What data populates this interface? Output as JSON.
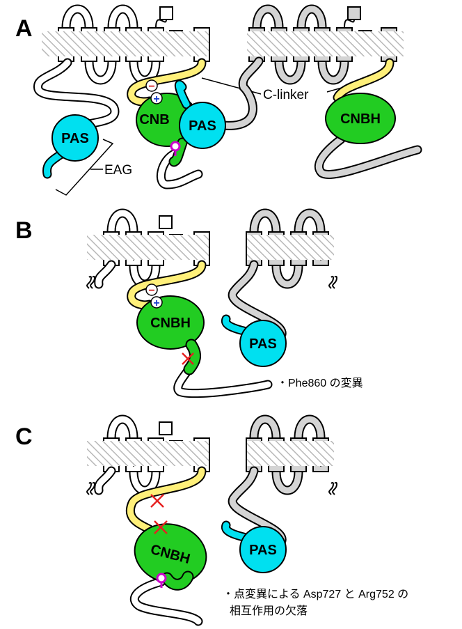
{
  "panels": {
    "a": {
      "letter": "A",
      "pas_left": "PAS",
      "cnbh_partial": "CNB",
      "pas_overlap": "PAS",
      "cnbh_right": "CNBH",
      "clinker": "C-linker",
      "eag": "EAG"
    },
    "b": {
      "letter": "B",
      "cnbh": "CNBH",
      "pas": "PAS",
      "note": "・Phe860 の変異"
    },
    "c": {
      "letter": "C",
      "cnbh": "CNBH",
      "pas": "PAS",
      "note_line1": "・点変異による Asp727 と Arg752 の",
      "note_line2": "相互作用の欠落"
    }
  },
  "charges": {
    "positive": "+",
    "negative": "−"
  },
  "colors": {
    "green": "#22cc22",
    "cyan": "#00e0f0",
    "yellow": "#fff07a",
    "gray": "#d4d4d4",
    "magenta": "#cc00cc",
    "red_x": "#e62020",
    "blue_plus": "#1a3fcc",
    "red_minus": "#d42020"
  }
}
